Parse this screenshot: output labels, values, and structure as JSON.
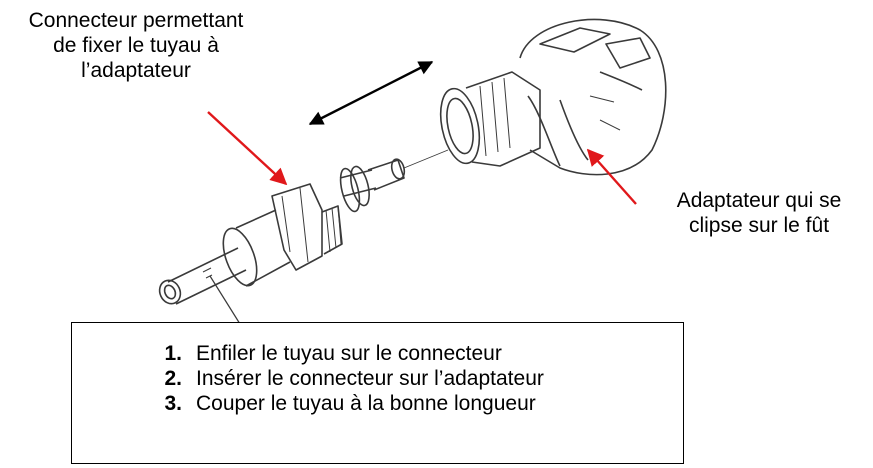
{
  "labels": {
    "connector": {
      "lines": [
        "Connecteur permettant",
        "de fixer le tuyau à",
        "l’adaptateur"
      ]
    },
    "adapter": {
      "lines": [
        "Adaptateur qui se",
        "clipse sur le fût"
      ]
    }
  },
  "steps": [
    {
      "number": "1.",
      "text": "Enfiler le tuyau sur le connecteur"
    },
    {
      "number": "2.",
      "text": "Insérer le connecteur sur l’adaptateur"
    },
    {
      "number": "3.",
      "text": "Couper le tuyau à la bonne longueur"
    }
  ],
  "colors": {
    "callout_arrow": "#e0181b",
    "ink": "#000000",
    "sketch": "#3a3a3a"
  }
}
